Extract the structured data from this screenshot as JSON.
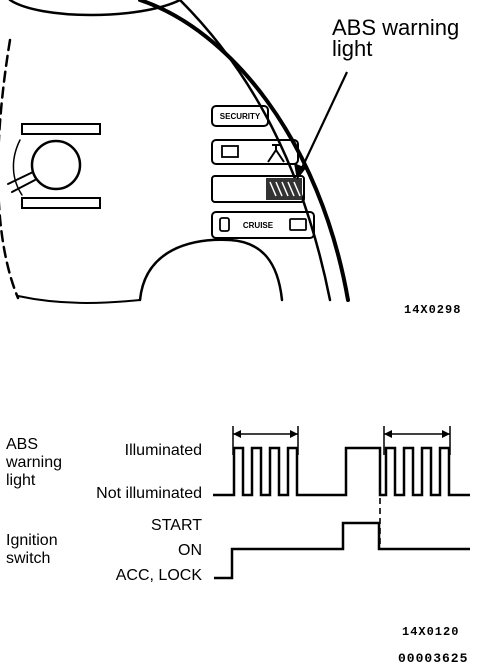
{
  "cluster": {
    "callout": "ABS warning light",
    "indicators": {
      "security": "SECURITY",
      "cruise": "CRUISE"
    },
    "figure_code": "14X0298"
  },
  "timing": {
    "abs_signal_label": "ABS warning light",
    "abs_levels": {
      "on": "Illuminated",
      "off": "Not illuminated"
    },
    "ignition_label": "Ignition switch",
    "ignition_levels": {
      "start": "START",
      "on": "ON",
      "acc_lock": "ACC, LOCK"
    },
    "figure_code": "14X0120"
  },
  "document_id": "00003625"
}
